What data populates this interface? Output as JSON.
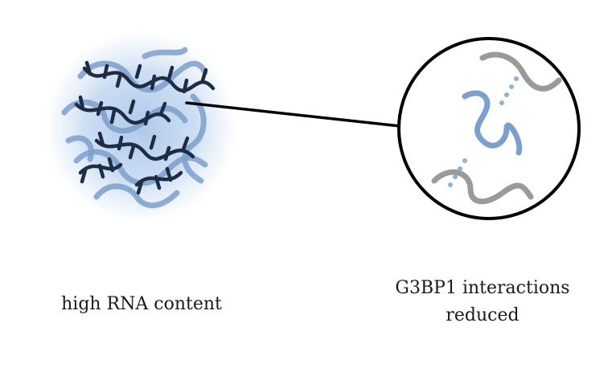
{
  "captions": {
    "left": "high RNA content",
    "right_line1": "G3BP1 interactions",
    "right_line2": "reduced"
  },
  "colors": {
    "glow": "#a9c6e8",
    "g3bp1_strand": "#7d9fcd",
    "rna_strand": "#1e2d45",
    "partner_strand": "#9a9a9a",
    "interaction_dots": "#8fb0d8",
    "connector": "#000000"
  }
}
